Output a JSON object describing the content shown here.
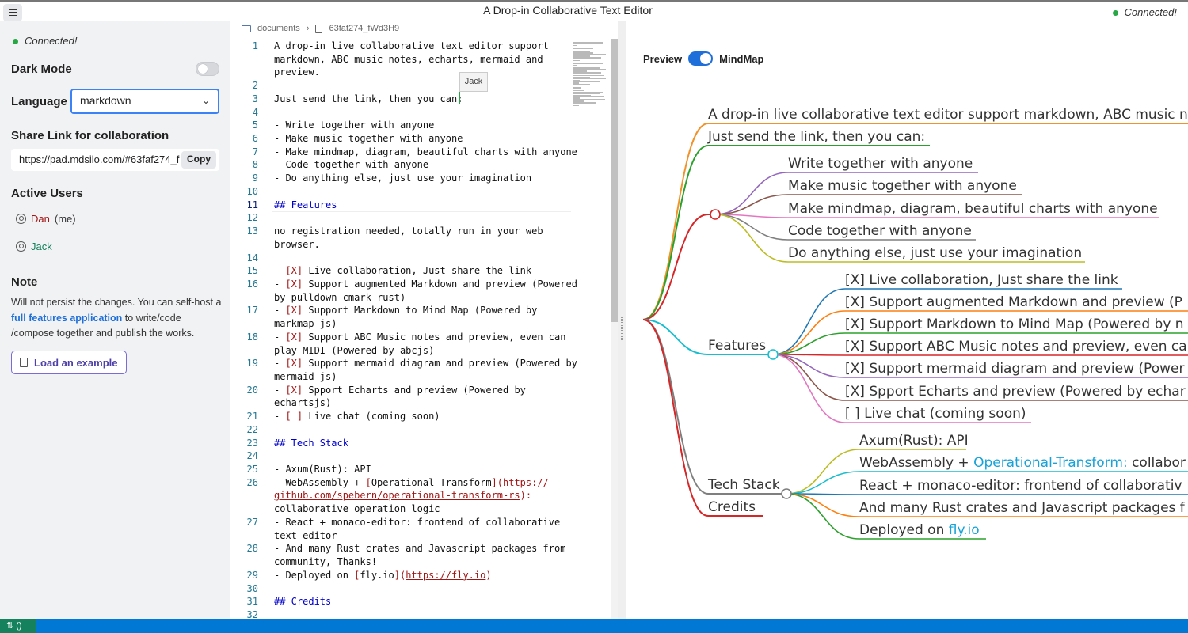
{
  "app": {
    "title": "A Drop-in Collaborative Text Editor",
    "status": "Connected!"
  },
  "sidebar": {
    "status": "Connected!",
    "dark_mode_label": "Dark Mode",
    "language_label": "Language",
    "language_value": "markdown",
    "share_label": "Share Link for collaboration",
    "share_url": "https://pad.mdsilo.com/#63faf274_f",
    "copy_label": "Copy",
    "active_users_label": "Active Users",
    "users": [
      {
        "name": "Dan",
        "suffix": "(me)",
        "color": "#a31515"
      },
      {
        "name": "Jack",
        "suffix": "",
        "color": "#16825d"
      }
    ],
    "note_label": "Note",
    "note_text_1": "Will not persist the changes. You can self-host a ",
    "note_link": "full features application",
    "note_text_2": " to write/code /compose together and publish the works.",
    "load_example_label": "Load an example"
  },
  "editor": {
    "breadcrumb_folder": "documents",
    "breadcrumb_file": "63faf274_fWd3H9",
    "remote_cursor_user": "Jack",
    "lines": [
      {
        "n": "1",
        "t": "A drop-in live collaborative text editor support"
      },
      {
        "n": "",
        "t": "markdown, ABC music notes, echarts, mermaid and"
      },
      {
        "n": "",
        "t": "preview."
      },
      {
        "n": "2",
        "t": ""
      },
      {
        "n": "3",
        "t": "Just send the link, then you can:"
      },
      {
        "n": "4",
        "t": ""
      },
      {
        "n": "5",
        "t": "- Write together with anyone"
      },
      {
        "n": "6",
        "t": "- Make music together with anyone"
      },
      {
        "n": "7",
        "t": "- Make mindmap, diagram, beautiful charts with anyone"
      },
      {
        "n": "8",
        "t": "- Code together with anyone"
      },
      {
        "n": "9",
        "t": "- Do anything else, just use your imagination"
      },
      {
        "n": "10",
        "t": ""
      },
      {
        "n": "11",
        "t": "## Features",
        "hd": true,
        "active": true
      },
      {
        "n": "12",
        "t": ""
      },
      {
        "n": "13",
        "t": "no registration needed, totally run in your web"
      },
      {
        "n": "",
        "t": "browser."
      },
      {
        "n": "14",
        "t": ""
      },
      {
        "n": "15",
        "c": "[X]",
        "t": " Live collaboration, Just share the link"
      },
      {
        "n": "16",
        "c": "[X]",
        "t": " Support augmented Markdown and preview (Powered"
      },
      {
        "n": "",
        "t": "by pulldown-cmark rust)"
      },
      {
        "n": "17",
        "c": "[X]",
        "t": " Support Markdown to Mind Map (Powered by"
      },
      {
        "n": "",
        "t": "markmap js)"
      },
      {
        "n": "18",
        "c": "[X]",
        "t": " Support ABC Music notes and preview, even can"
      },
      {
        "n": "",
        "t": "play MIDI (Powered by abcjs)"
      },
      {
        "n": "19",
        "c": "[X]",
        "t": " Support mermaid diagram and preview (Powered by"
      },
      {
        "n": "",
        "t": "mermaid js)"
      },
      {
        "n": "20",
        "c": "[X]",
        "t": " Spport Echarts and preview (Powered by"
      },
      {
        "n": "",
        "t": "echartsjs)"
      },
      {
        "n": "21",
        "c": "[ ]",
        "t": " Live chat (coming soon)"
      },
      {
        "n": "22",
        "t": ""
      },
      {
        "n": "23",
        "t": "## Tech Stack",
        "hd": true
      },
      {
        "n": "24",
        "t": ""
      },
      {
        "n": "25",
        "t": "- Axum(Rust): API"
      },
      {
        "n": "26",
        "t": "- WebAssembly + [Operational-Transform](",
        "lk": "https://"
      },
      {
        "n": "",
        "lk2": "github.com/spebern/operational-transform-rs",
        "t2": "):"
      },
      {
        "n": "",
        "t": "collaborative operation logic"
      },
      {
        "n": "27",
        "t": "- React + monaco-editor: frontend of collaborative"
      },
      {
        "n": "",
        "t": "text editor"
      },
      {
        "n": "28",
        "t": "- And many Rust crates and Javascript packages from"
      },
      {
        "n": "",
        "t": "community, Thanks!"
      },
      {
        "n": "29",
        "t": "- Deployed on [fly.io](",
        "lk": "https://fly.io",
        "t2": ")"
      },
      {
        "n": "30",
        "t": ""
      },
      {
        "n": "31",
        "t": "## Credits",
        "hd": true
      },
      {
        "n": "32",
        "t": ""
      }
    ]
  },
  "preview": {
    "toggle_left": "Preview",
    "toggle_right": "MindMap",
    "mindmap": {
      "root_children": [
        {
          "label": "A drop-in live collaborative text editor support markdown, ABC music n",
          "color": "#f0932b"
        },
        {
          "label": "Just send the link, then you can:",
          "color": "#2ca02c"
        },
        {
          "label": "",
          "color": "#d62728",
          "children": [
            {
              "label": "Write together with anyone",
              "color": "#9467bd"
            },
            {
              "label": "Make music together with anyone",
              "color": "#8c564b"
            },
            {
              "label": "Make mindmap, diagram, beautiful charts with anyone",
              "color": "#e377c2"
            },
            {
              "label": "Code together with anyone",
              "color": "#7f7f7f"
            },
            {
              "label": "Do anything else, just use your imagination",
              "color": "#bcbd22"
            }
          ]
        },
        {
          "label": "Features",
          "color": "#17becf",
          "children": [
            {
              "label": "[X] Live collaboration, Just share the link",
              "color": "#1f77b4"
            },
            {
              "label": "[X] Support augmented Markdown and preview (P",
              "color": "#ff7f0e"
            },
            {
              "label": "[X] Support Markdown to Mind Map (Powered by n",
              "color": "#2ca02c"
            },
            {
              "label": "[X] Support ABC Music notes and preview, even ca",
              "color": "#d62728"
            },
            {
              "label": "[X] Support mermaid diagram and preview (Power",
              "color": "#9467bd"
            },
            {
              "label": "[X] Spport Echarts and preview (Powered by echar",
              "color": "#8c564b"
            },
            {
              "label": "[ ] Live chat (coming soon)",
              "color": "#e377c2"
            }
          ]
        },
        {
          "label": "Tech Stack",
          "color": "#7f7f7f",
          "children": [
            {
              "label": "Axum(Rust): API",
              "color": "#bcbd22"
            },
            {
              "label": "WebAssembly + ",
              "link": "Operational-Transform:",
              "rest": " collabor",
              "color": "#17becf"
            },
            {
              "label": "React + monaco-editor: frontend of collaborativ",
              "color": "#1f77b4"
            },
            {
              "label": "And many Rust crates and Javascript packages f",
              "color": "#ff7f0e"
            },
            {
              "label": "Deployed on ",
              "link": "fly.io",
              "rest": "",
              "color": "#2ca02c"
            }
          ]
        },
        {
          "label": "Credits",
          "color": "#d62728"
        }
      ]
    }
  }
}
